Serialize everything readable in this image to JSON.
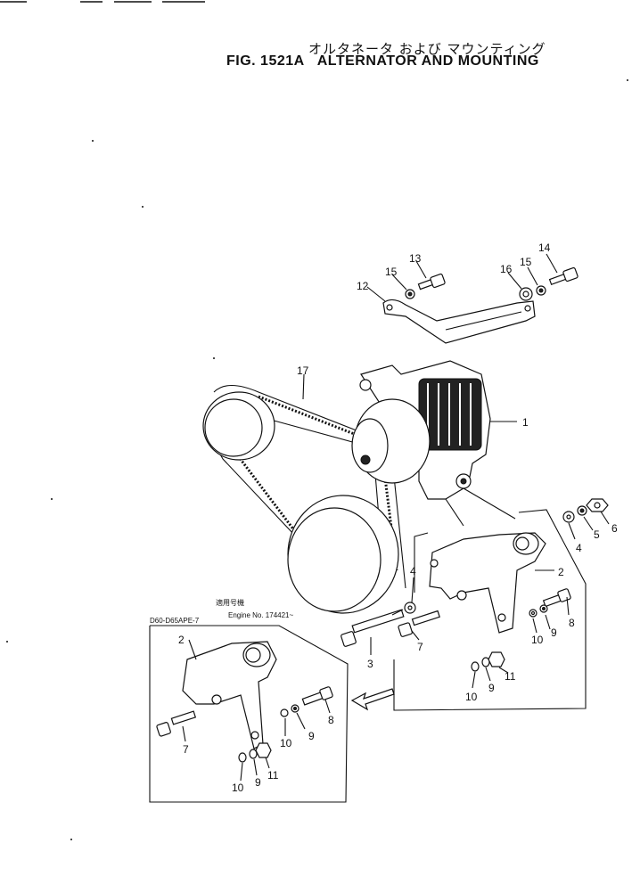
{
  "header": {
    "title_jp": "オルタネータ および マウンティング",
    "fig_number": "FIG. 1521A",
    "title_en": "ALTERNATOR AND MOUNTING"
  },
  "applicability": {
    "label": "適用号機",
    "models": "D60-D65APE-7",
    "engine": "Engine No. 174421~"
  },
  "callouts": {
    "alternator": "1",
    "bracket_main": "2",
    "bracket_inset": "2",
    "bolt_long": "3",
    "washer_upper": "4",
    "washer_lower": "4",
    "lockwasher": "5",
    "nut": "6",
    "bolt_main": "7",
    "bolt_inset": "7",
    "bolt_main_8": "8",
    "bolt_inset_8": "8",
    "lw_main_9a": "9",
    "lw_main_9b": "9",
    "lw_inset_9a": "9",
    "lw_inset_9b": "9",
    "w_main_10a": "10",
    "w_main_10b": "10",
    "w_inset_10a": "10",
    "w_inset_10b": "10",
    "nut_main_11": "11",
    "nut_inset_11": "11",
    "adjust_plate": "12",
    "bolt_13": "13",
    "bolt_14": "14",
    "washer_15a": "15",
    "washer_15b": "15",
    "spacer_16": "16",
    "belt": "17"
  }
}
